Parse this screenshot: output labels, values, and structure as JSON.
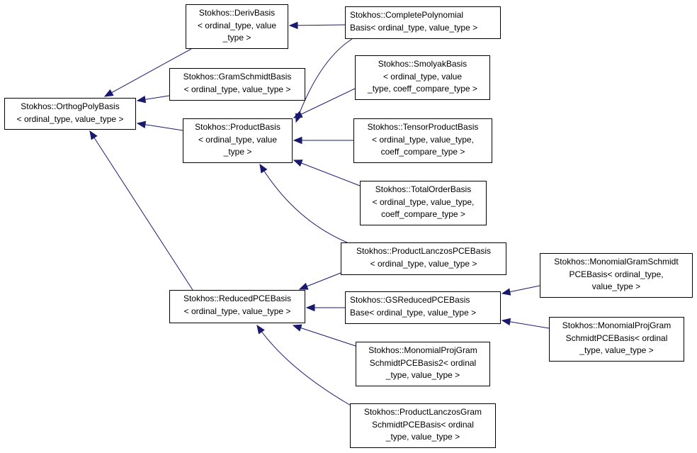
{
  "colors": {
    "edge": "#191970",
    "border": "#000000",
    "text": "#000000",
    "background": "#ffffff"
  },
  "nodes": {
    "orthog": {
      "lines": [
        "Stokhos::OrthogPolyBasis",
        "< ordinal_type, value_type >"
      ]
    },
    "deriv": {
      "lines": [
        "Stokhos::DerivBasis",
        "< ordinal_type, value",
        "_type >"
      ]
    },
    "gramschmidt": {
      "lines": [
        "Stokhos::GramSchmidtBasis",
        "< ordinal_type, value_type >"
      ]
    },
    "product": {
      "lines": [
        "Stokhos::ProductBasis",
        "< ordinal_type, value",
        "_type >"
      ]
    },
    "reduced": {
      "lines": [
        "Stokhos::ReducedPCEBasis",
        "< ordinal_type, value_type >"
      ]
    },
    "complete": {
      "lines": [
        "Stokhos::CompletePolynomial",
        "Basis< ordinal_type, value_type >"
      ]
    },
    "smolyak": {
      "lines": [
        "Stokhos::SmolyakBasis",
        "< ordinal_type, value",
        "_type, coeff_compare_type >"
      ]
    },
    "tensor": {
      "lines": [
        "Stokhos::TensorProductBasis",
        "< ordinal_type, value_type,",
        "coeff_compare_type >"
      ]
    },
    "totalorder": {
      "lines": [
        "Stokhos::TotalOrderBasis",
        "< ordinal_type, value_type,",
        "coeff_compare_type >"
      ]
    },
    "lanczos": {
      "lines": [
        "Stokhos::ProductLanczosPCEBasis",
        "< ordinal_type, value_type >"
      ]
    },
    "gsreduced": {
      "lines": [
        "Stokhos::GSReducedPCEBasis",
        "Base< ordinal_type, value_type >"
      ]
    },
    "monoprojgs2": {
      "lines": [
        "Stokhos::MonomialProjGram",
        "SchmidtPCEBasis2< ordinal",
        "_type, value_type >"
      ]
    },
    "lanczosgs": {
      "lines": [
        "Stokhos::ProductLanczosGram",
        "SchmidtPCEBasis< ordinal",
        "_type, value_type >"
      ]
    },
    "monogs": {
      "lines": [
        "Stokhos::MonomialGramSchmidt",
        "PCEBasis< ordinal_type,",
        "value_type >"
      ]
    },
    "monoprojgs": {
      "lines": [
        "Stokhos::MonomialProjGram",
        "SchmidtPCEBasis< ordinal",
        "_type, value_type >"
      ]
    }
  },
  "edges": [
    {
      "from": "deriv",
      "to": "orthog"
    },
    {
      "from": "gramschmidt",
      "to": "orthog"
    },
    {
      "from": "product",
      "to": "orthog"
    },
    {
      "from": "reduced",
      "to": "orthog"
    },
    {
      "from": "complete",
      "to": "deriv"
    },
    {
      "from": "complete",
      "to": "product"
    },
    {
      "from": "smolyak",
      "to": "product"
    },
    {
      "from": "tensor",
      "to": "product"
    },
    {
      "from": "totalorder",
      "to": "product"
    },
    {
      "from": "lanczos",
      "to": "product"
    },
    {
      "from": "lanczos",
      "to": "reduced"
    },
    {
      "from": "gsreduced",
      "to": "reduced"
    },
    {
      "from": "monoprojgs2",
      "to": "reduced"
    },
    {
      "from": "lanczosgs",
      "to": "reduced"
    },
    {
      "from": "monogs",
      "to": "gsreduced"
    },
    {
      "from": "monoprojgs",
      "to": "gsreduced"
    }
  ]
}
